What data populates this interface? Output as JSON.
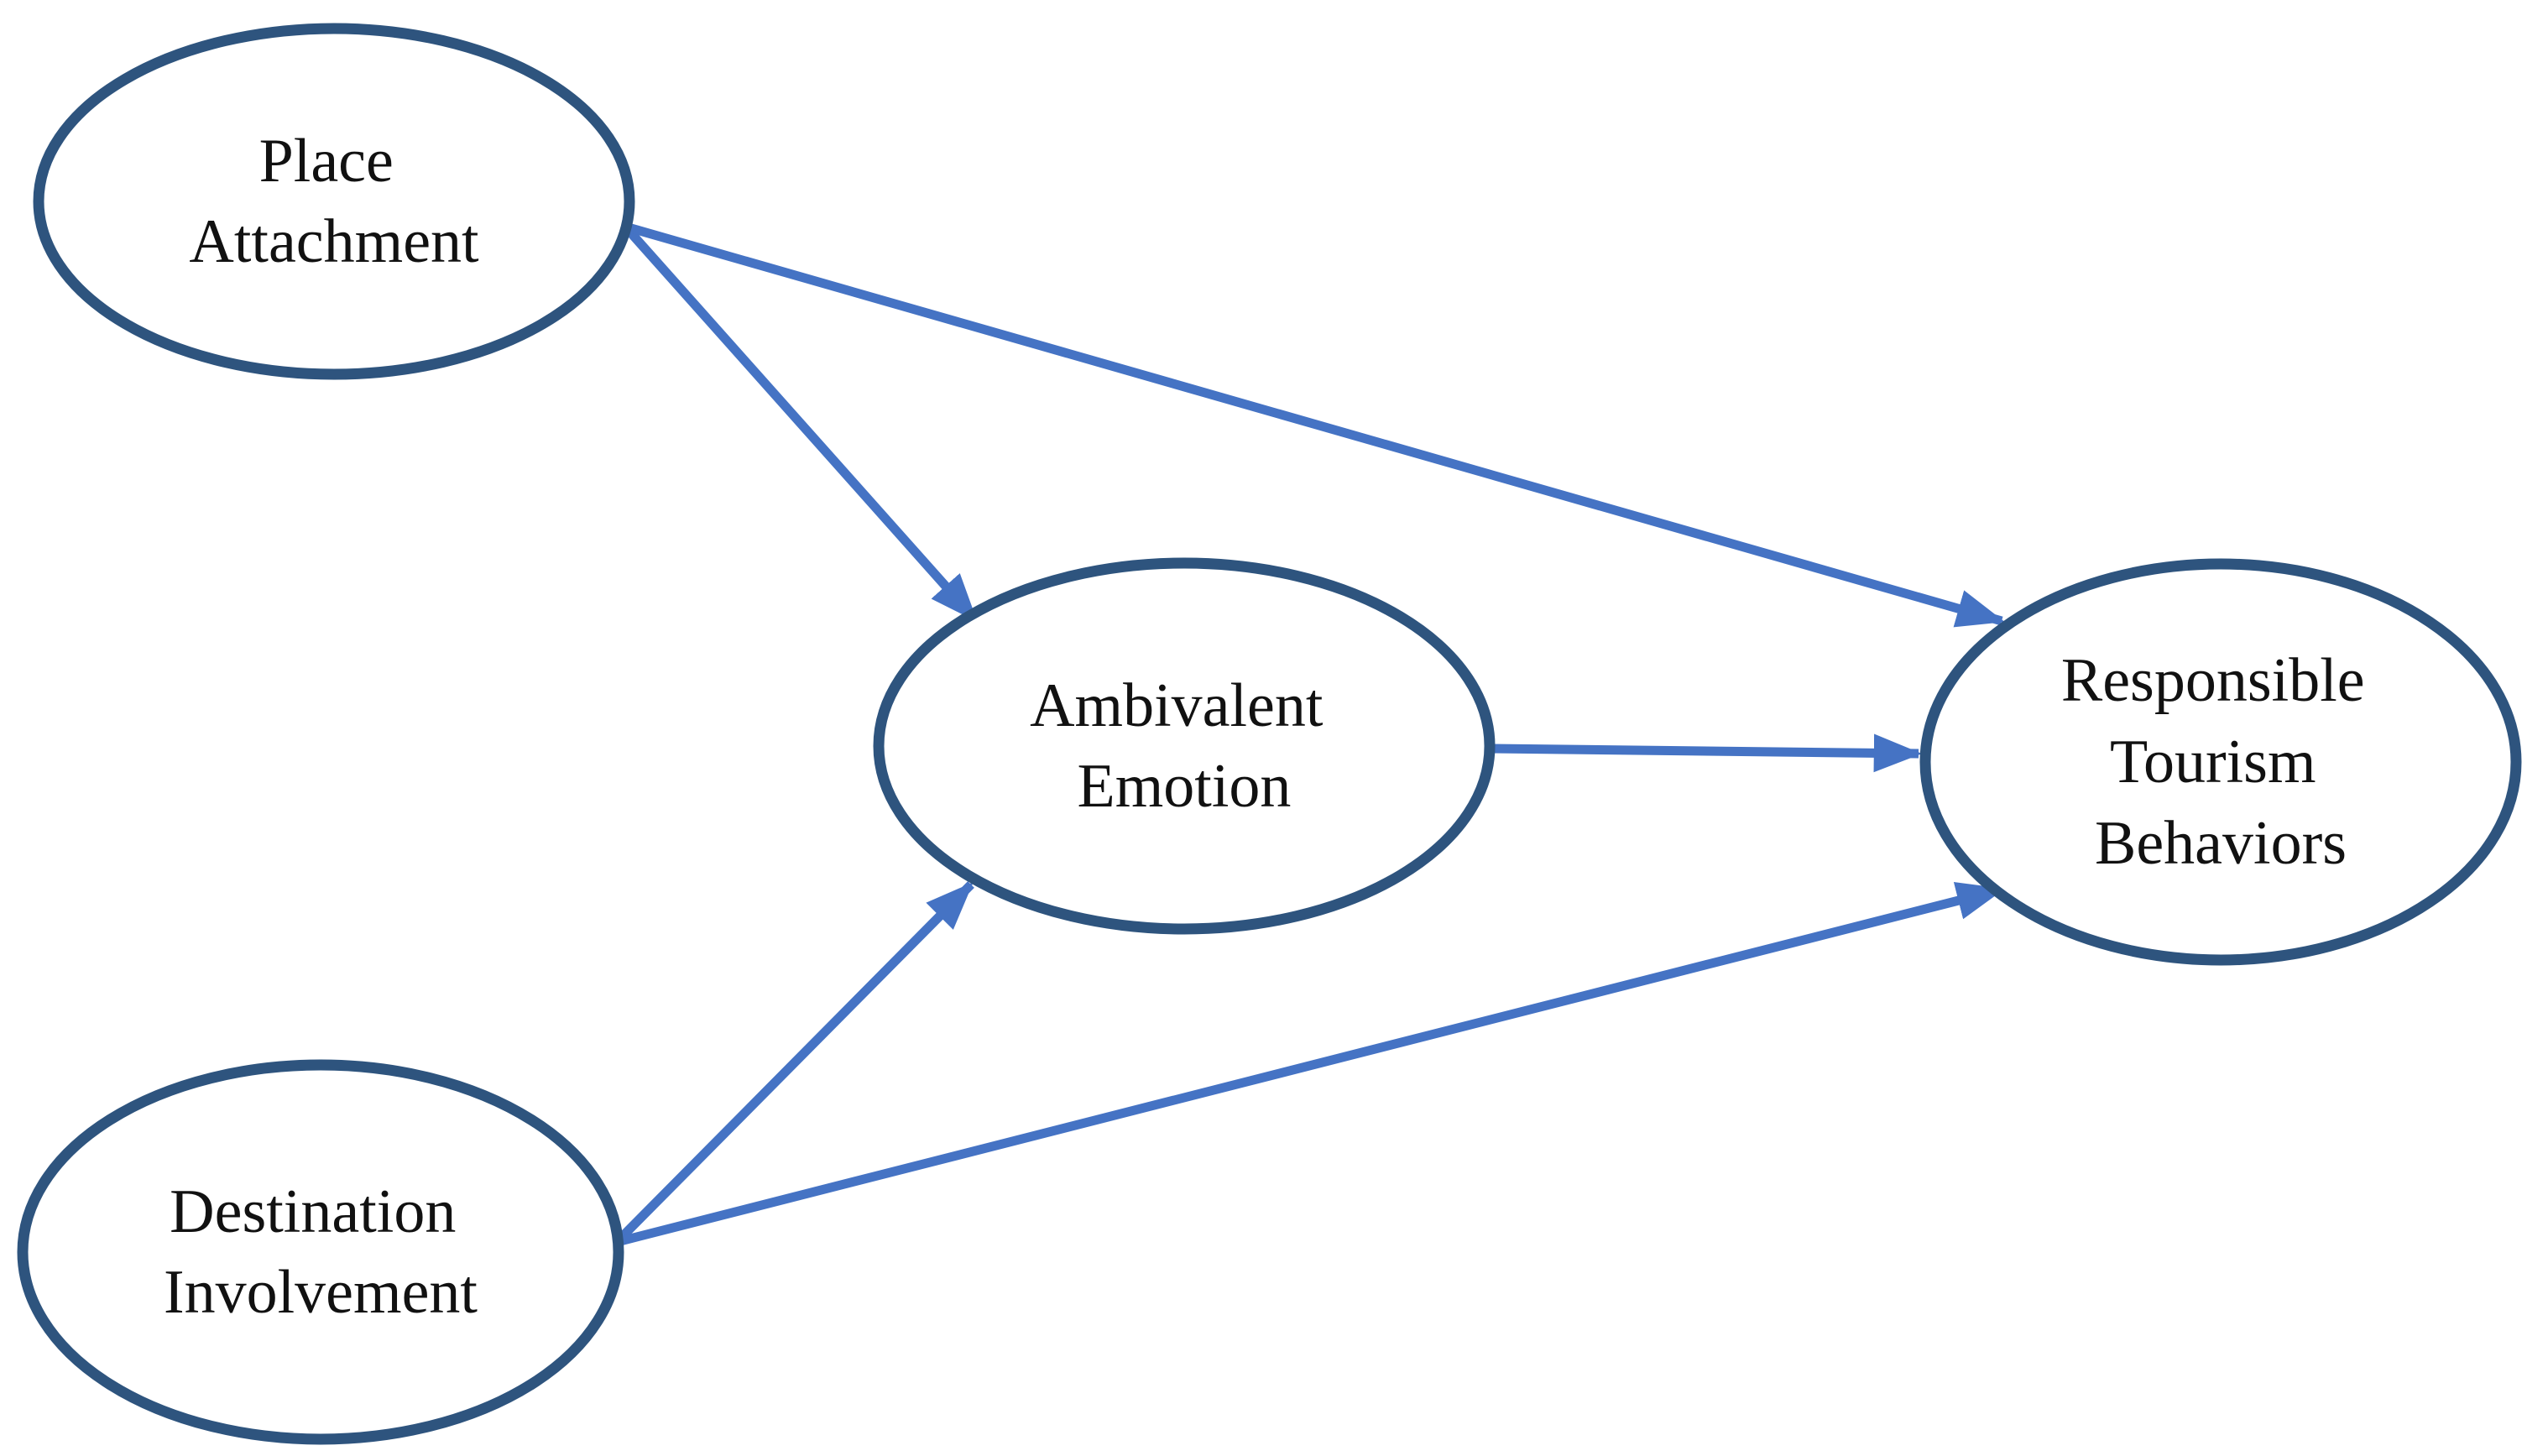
{
  "figure": {
    "type": "path-model-diagram",
    "description": "Conceptual model with two predictors, one mediator and one outcome"
  },
  "colors": {
    "background": "#ffffff",
    "node_outline": "#2e547e",
    "arrow": "#4573c4",
    "text": "#111111"
  },
  "nodes": [
    {
      "id": "place-attachment",
      "label": "Place Attachment",
      "lines": [
        "Place",
        "Attachment"
      ]
    },
    {
      "id": "destination-involvement",
      "label": "Destination Involvement",
      "lines": [
        "Destination",
        "Involvement"
      ]
    },
    {
      "id": "ambivalent-emotion",
      "label": "Ambivalent Emotion",
      "lines": [
        "Ambivalent",
        "Emotion"
      ]
    },
    {
      "id": "responsible-tourism-behaviors",
      "label": "Responsible Tourism Behaviors",
      "lines": [
        "Responsible",
        "Tourism",
        "Behaviors"
      ]
    }
  ],
  "edges": [
    {
      "from": "place-attachment",
      "to": "ambivalent-emotion"
    },
    {
      "from": "place-attachment",
      "to": "responsible-tourism-behaviors"
    },
    {
      "from": "destination-involvement",
      "to": "ambivalent-emotion"
    },
    {
      "from": "destination-involvement",
      "to": "responsible-tourism-behaviors"
    },
    {
      "from": "ambivalent-emotion",
      "to": "responsible-tourism-behaviors"
    }
  ]
}
